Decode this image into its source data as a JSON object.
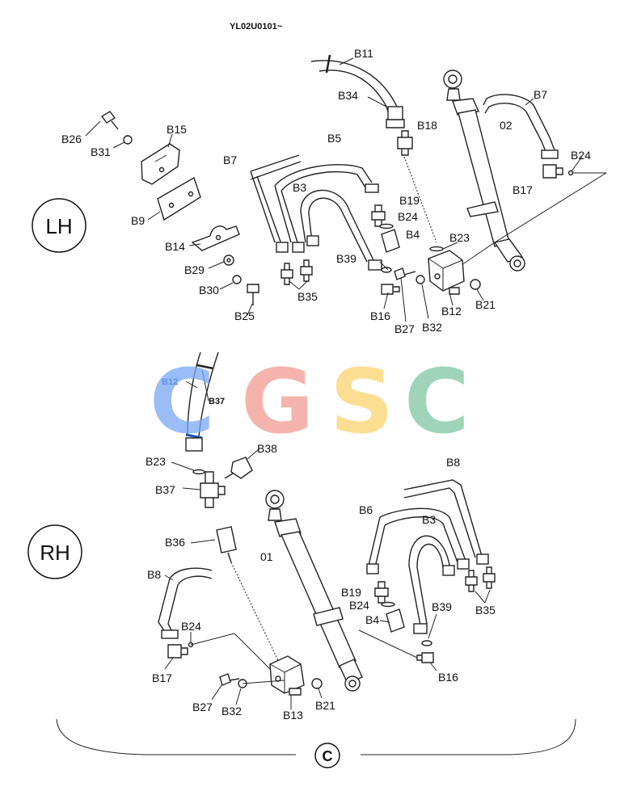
{
  "header": {
    "code": "YL02U0101~"
  },
  "sections": {
    "lh": "LH",
    "rh": "RH"
  },
  "footer": {
    "section_letter": "C"
  },
  "watermark": {
    "letters": [
      "C",
      "G",
      "S",
      "C"
    ],
    "colors": [
      "#7aa7f5",
      "#f29a94",
      "#fad46e",
      "#7fc6a2"
    ]
  },
  "lh_labels": {
    "b11": "B11",
    "b34": "B34",
    "b18": "B18",
    "b7a": "B7",
    "cyl02": "02",
    "b24": "B24",
    "b17": "B17",
    "b26": "B26",
    "b31": "B31",
    "b15": "B15",
    "b5": "B5",
    "b7b": "B7",
    "b3": "B3",
    "b19": "B19",
    "b9": "B9",
    "b24b": "B24",
    "b4": "B4",
    "b23": "B23",
    "b14": "B14",
    "b29": "B29",
    "b39": "B39",
    "b35": "B35",
    "b30": "B30",
    "b16": "B16",
    "b12": "B12",
    "b21": "B21",
    "b25": "B25",
    "b27": "B27",
    "b32": "B32"
  },
  "rh_labels": {
    "b12": "B12",
    "b37a": "B37",
    "b23": "B23",
    "b38": "B38",
    "b8a": "B8",
    "b37b": "B37",
    "b6": "B6",
    "b3": "B3",
    "b36": "B36",
    "cyl01": "01",
    "b8b": "B8",
    "b19": "B19",
    "b24a": "B24",
    "b39": "B39",
    "b35": "B35",
    "b4": "B4",
    "b24b": "B24",
    "b17": "B17",
    "b16": "B16",
    "b27": "B27",
    "b32": "B32",
    "b13": "B13",
    "b21": "B21"
  }
}
